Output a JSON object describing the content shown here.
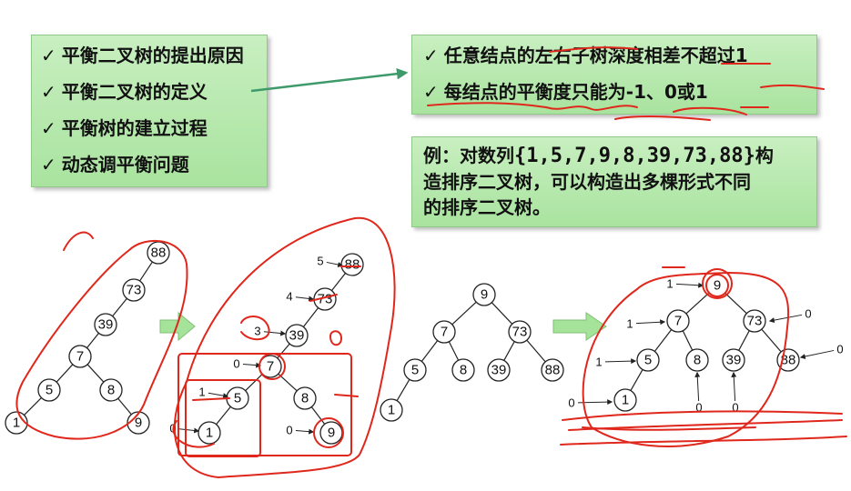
{
  "left_box": {
    "items": [
      "平衡二叉树的提出原因",
      "平衡二叉树的定义",
      "平衡树的建立过程",
      "动态调平衡问题"
    ]
  },
  "right_box": {
    "items": [
      "任意结点的左右子树深度相差不超过1",
      "每结点的平衡度只能为-1、0或1"
    ]
  },
  "example": {
    "line1_prefix": "例：对数列",
    "sequence": "{1,5,7,9,8,39,73,88}",
    "line1_suffix": "构",
    "line2": "造排序二叉树，可以构造出多棵形式不同",
    "line3": "的排序二叉树。"
  },
  "check_symbol": "✓",
  "trees": {
    "tree1": {
      "nodes": [
        "88",
        "73",
        "39",
        "7",
        "5",
        "8",
        "1",
        "9"
      ]
    },
    "tree2": {
      "nodes": [
        "88",
        "73",
        "39",
        "7",
        "5",
        "8",
        "1",
        "9"
      ],
      "balance_labels": [
        "5",
        "4",
        "3",
        "0",
        "1",
        "0",
        "0"
      ]
    },
    "tree3": {
      "nodes": [
        "9",
        "7",
        "73",
        "5",
        "8",
        "39",
        "88",
        "1"
      ]
    },
    "tree4": {
      "nodes": [
        "9",
        "7",
        "73",
        "5",
        "8",
        "39",
        "88",
        "1"
      ],
      "balance_labels": [
        "1",
        "1",
        "0",
        "1",
        "0",
        "0",
        "0",
        "0"
      ]
    }
  },
  "colors": {
    "box_fill": "#b7e8ae",
    "arrow": "#3e9a6a",
    "ink": "#e0271c"
  }
}
